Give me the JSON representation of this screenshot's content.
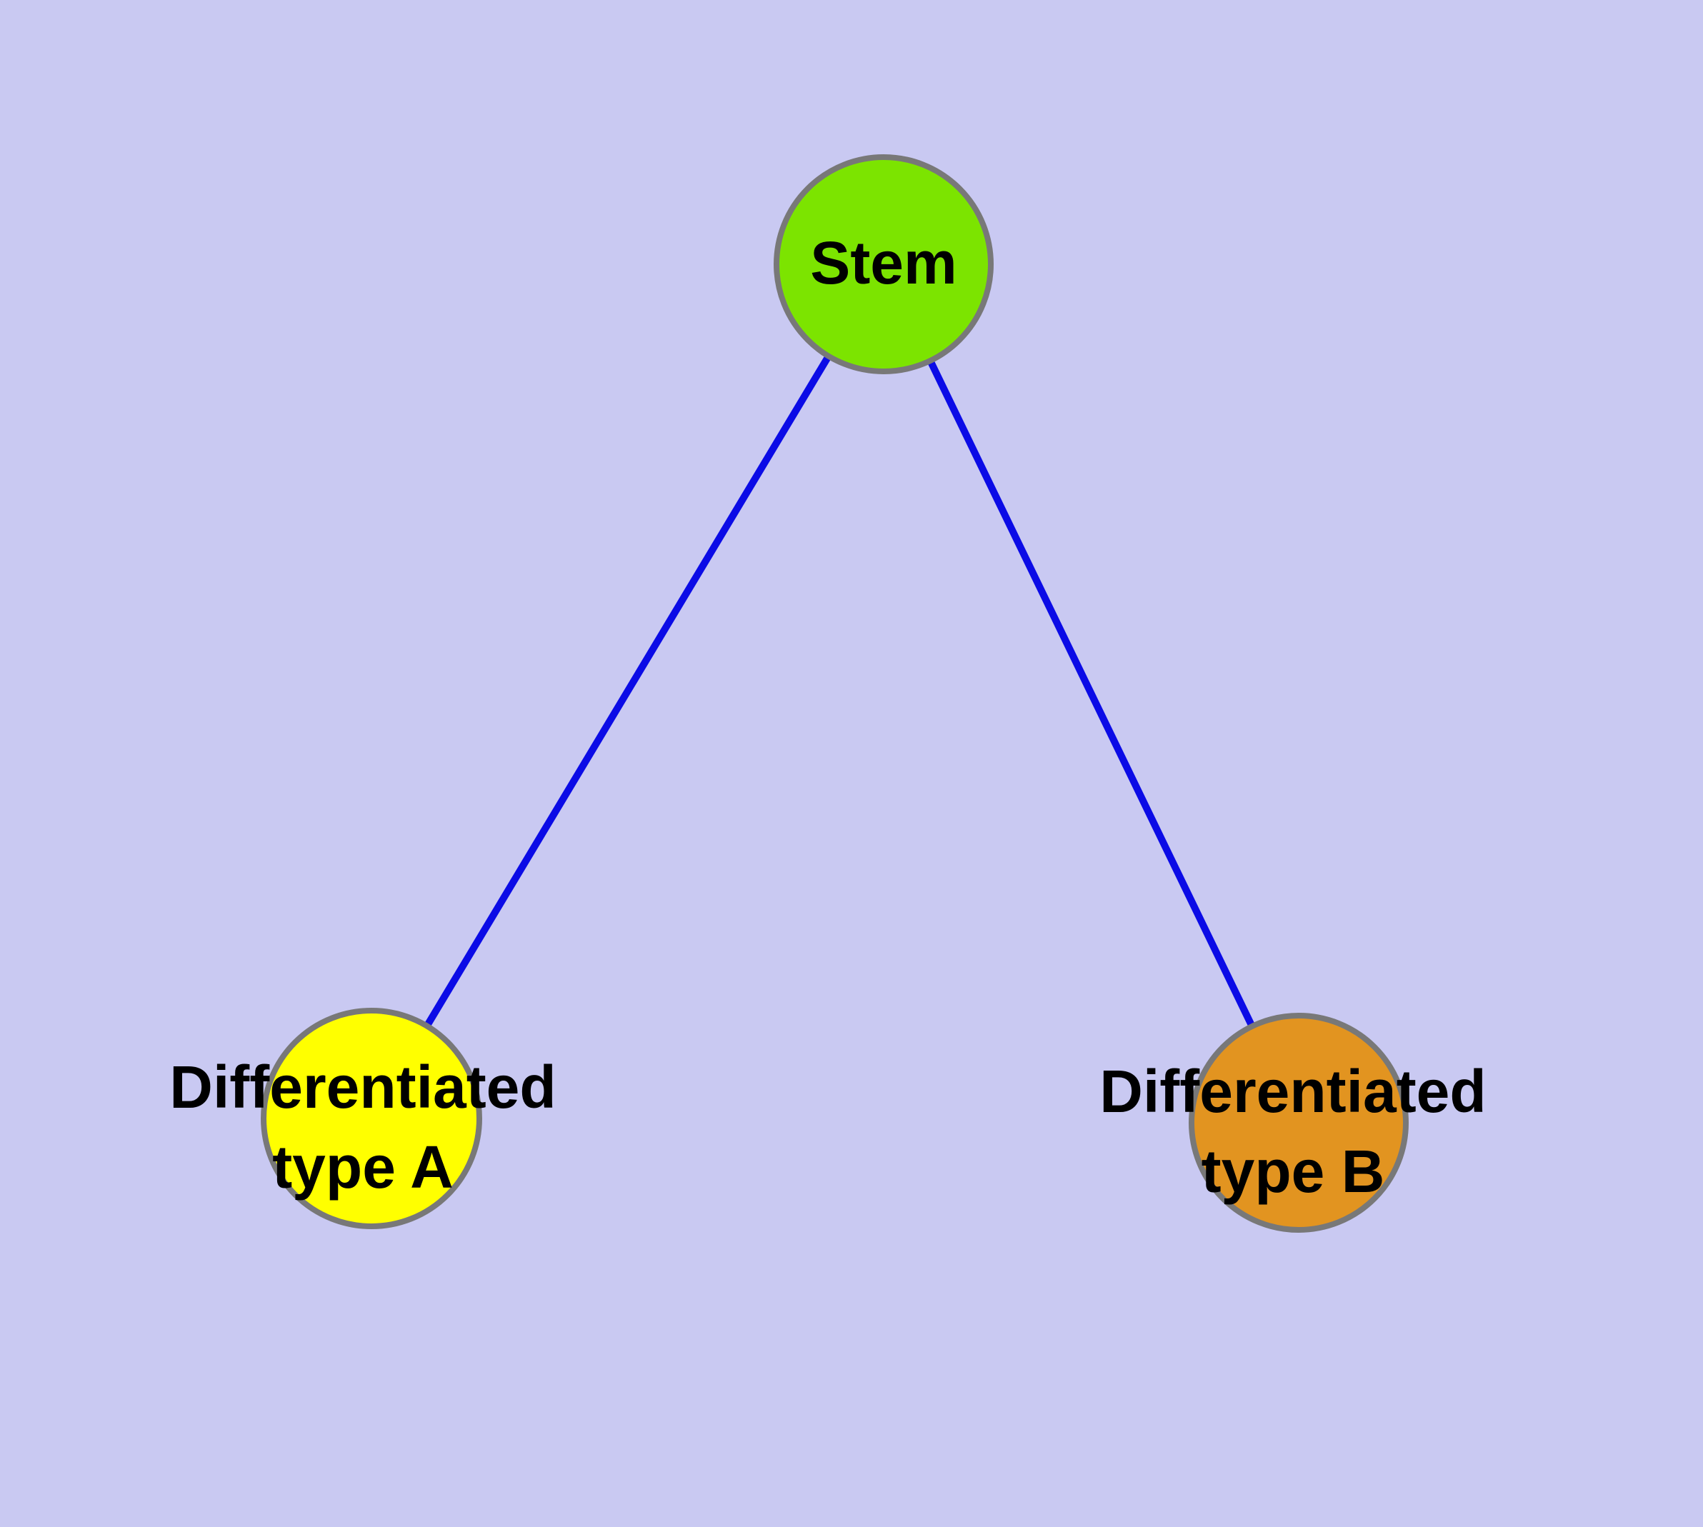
{
  "diagram": {
    "background_color": "#c9c9f2",
    "edge_color": "#0b0be6",
    "node_border_color": "#787878",
    "text_color": "#000000",
    "nodes": [
      {
        "id": "stem",
        "label": "Stem",
        "fill": "#7ce400"
      },
      {
        "id": "differentiated-type-a",
        "label_line1": "Differentiated",
        "label_line2": "type A",
        "fill": "#ffff00"
      },
      {
        "id": "differentiated-type-b",
        "label_line1": "Differentiated",
        "label_line2": "type B",
        "fill": "#e29420"
      }
    ],
    "edges": [
      {
        "from": "stem",
        "to": "differentiated-type-a"
      },
      {
        "from": "stem",
        "to": "differentiated-type-b"
      }
    ]
  }
}
